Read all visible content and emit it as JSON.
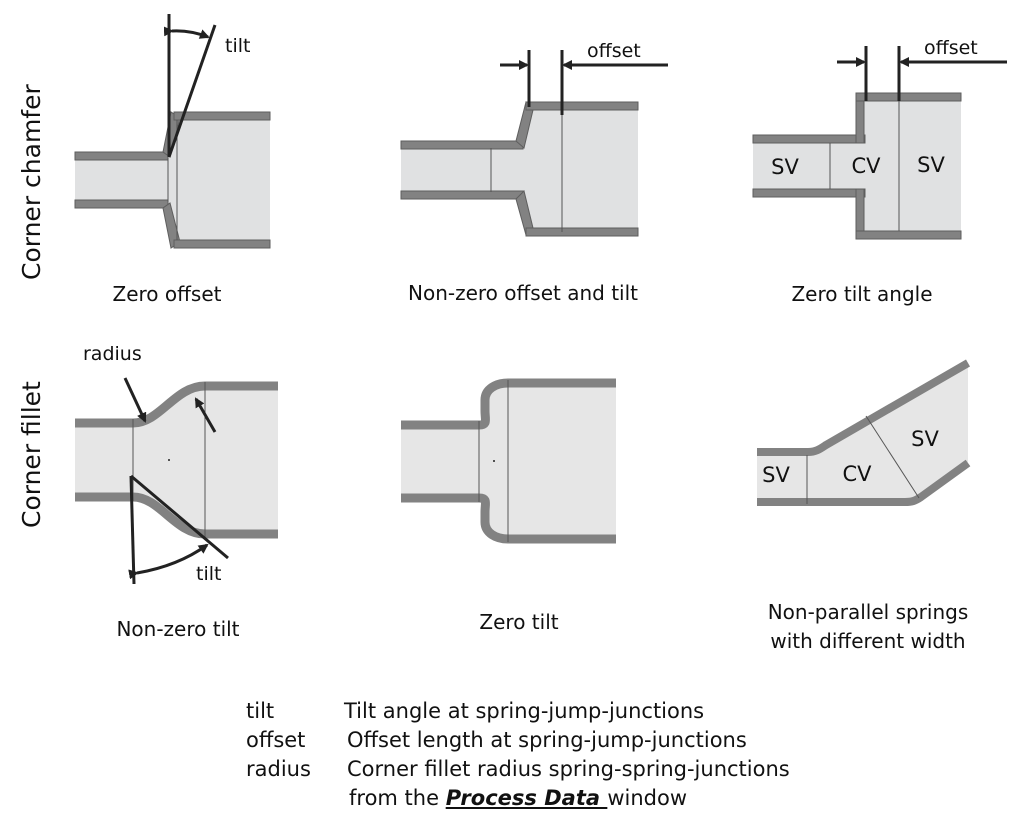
{
  "rows": [
    {
      "label": "Corner chamfer"
    },
    {
      "label": "Corner fillet"
    }
  ],
  "panels": {
    "chamfer_zero_offset": {
      "caption": "Zero offset",
      "annotations": [
        "tilt"
      ]
    },
    "chamfer_nonzero": {
      "caption": "Non-zero offset and tilt",
      "annotations": [
        "offset"
      ]
    },
    "chamfer_zero_tilt": {
      "caption": "Zero tilt angle",
      "annotations": [
        "offset"
      ],
      "volumes": [
        "SV",
        "CV",
        "SV"
      ]
    },
    "fillet_nonzero_tilt": {
      "caption": "Non-zero tilt",
      "annotations": [
        "radius",
        "tilt"
      ]
    },
    "fillet_zero_tilt": {
      "caption": "Zero tilt"
    },
    "fillet_nonparallel": {
      "caption_line1": "Non-parallel springs",
      "caption_line2": "with different width",
      "volumes": [
        "SV",
        "CV",
        "SV"
      ]
    }
  },
  "legend": [
    {
      "term": "tilt",
      "desc": "Tilt angle at spring-jump-junctions"
    },
    {
      "term": "offset",
      "desc": "Offset length at spring-jump-junctions"
    },
    {
      "term": "radius",
      "desc": "Corner fillet radius spring-spring-junctions"
    }
  ],
  "legend_footer": {
    "prefix": "from the ",
    "link": "Process Data ",
    "suffix": "window"
  },
  "colors": {
    "wall": "#828282",
    "fill": "#e0e1e2",
    "line": "#222222"
  }
}
